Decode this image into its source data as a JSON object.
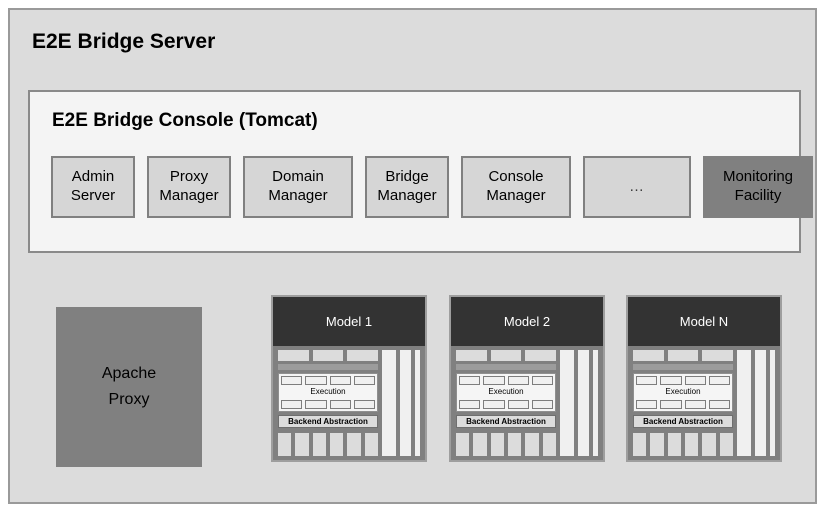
{
  "diagram": {
    "title": "E2E Bridge Server",
    "colors": {
      "outer_bg": "#dcdcdc",
      "outer_border": "#9a9a9a",
      "panel_bg": "#f4f4f4",
      "panel_border": "#8a8a8a",
      "cell_bg": "#d6d6d6",
      "cell_border": "#808080",
      "highlight_bg": "#808080",
      "model_header_bg": "#333333",
      "model_body_bg": "#808080",
      "proxy_bg": "#808080"
    }
  },
  "console": {
    "title": "E2E Bridge Console (Tomcat)",
    "cells": [
      {
        "id": "admin-server",
        "line1": "Admin",
        "line2": "Server",
        "style": "normal"
      },
      {
        "id": "proxy-manager",
        "line1": "Proxy",
        "line2": "Manager",
        "style": "normal"
      },
      {
        "id": "domain-manager",
        "line1": "Domain",
        "line2": "Manager",
        "style": "wide"
      },
      {
        "id": "bridge-manager",
        "line1": "Bridge",
        "line2": "Manager",
        "style": "normal"
      },
      {
        "id": "console-manager",
        "line1": "Console",
        "line2": "Manager",
        "style": "wide"
      },
      {
        "id": "more",
        "line1": "…",
        "line2": "",
        "style": "ellipsis"
      },
      {
        "id": "monitoring-facility",
        "line1": "Monitoring",
        "line2": "Facility",
        "style": "highlight"
      }
    ]
  },
  "proxy": {
    "line1": "Apache",
    "line2": "Proxy"
  },
  "models": [
    {
      "id": "model-1",
      "title": "Model 1",
      "execution_label": "Execution",
      "backend_label": "Backend Abstraction"
    },
    {
      "id": "model-2",
      "title": "Model 2",
      "execution_label": "Execution",
      "backend_label": "Backend Abstraction"
    },
    {
      "id": "model-n",
      "title": "Model N",
      "execution_label": "Execution",
      "backend_label": "Backend Abstraction"
    }
  ]
}
